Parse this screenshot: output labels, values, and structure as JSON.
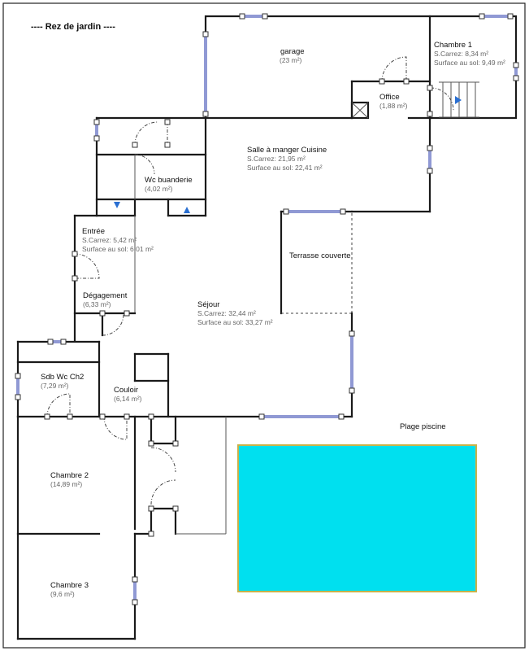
{
  "header": {
    "title": "----  Rez de jardin  ----"
  },
  "rooms": {
    "garage": {
      "name": "garage",
      "area": "(23 m²)"
    },
    "chambre1": {
      "name": "Chambre 1",
      "line1": "S.Carrez: 8,34 m²",
      "line2": "Surface au sol: 9,49 m²"
    },
    "office": {
      "name": "Office",
      "area": "(1,88 m²)"
    },
    "salle": {
      "name": "Salle à manger Cuisine",
      "line1": "S.Carrez: 21,95 m²",
      "line2": "Surface au sol: 22,41 m²"
    },
    "wc_buanderie": {
      "name": "Wc buanderie",
      "area": "(4,02 m²)"
    },
    "entree": {
      "name": "Entrée",
      "line1": "S.Carrez: 5,42 m²",
      "line2": "Surface au sol: 6,01 m²"
    },
    "terrasse": {
      "name": "Terrasse couverte"
    },
    "degagement": {
      "name": "Dégagement",
      "area": "(6,33 m²)"
    },
    "sejour": {
      "name": "Séjour",
      "line1": "S.Carrez: 32,44 m²",
      "line2": "Surface au sol: 33,27 m²"
    },
    "sdb": {
      "name": "Sdb Wc Ch2",
      "area": "(7,29 m²)"
    },
    "couloir": {
      "name": "Couloir",
      "area": "(6,14 m²)"
    },
    "plage": {
      "name": "Plage piscine"
    },
    "chambre2": {
      "name": "Chambre 2",
      "area": "(14,89 m²)"
    },
    "chambre3": {
      "name": "Chambre 3",
      "area": "(9,6 m²)"
    }
  },
  "colors": {
    "pool": "#00e0ef",
    "pool_border": "#c8b24a",
    "window": "#2233aa",
    "wall": "#1a1a1a"
  }
}
